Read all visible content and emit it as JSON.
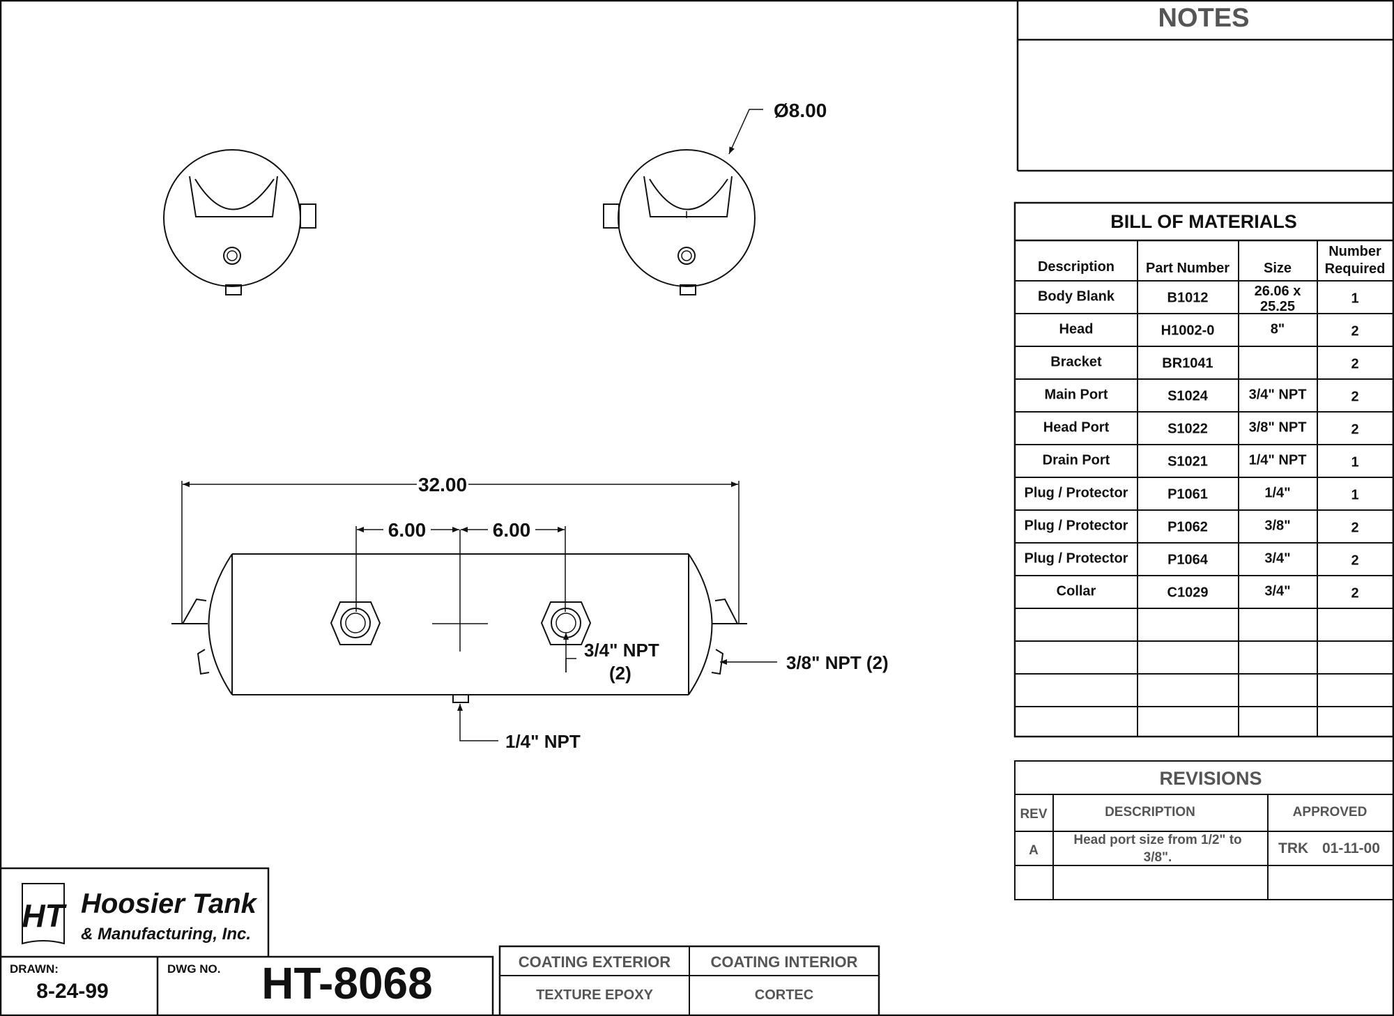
{
  "notes": {
    "title": "NOTES"
  },
  "dimensions": {
    "diameter": "Ø8.00",
    "overall_length": "32.00",
    "spacing_left": "6.00",
    "spacing_right": "6.00",
    "main_port_callout": "3/4\" NPT",
    "main_port_qty": "(2)",
    "head_port_callout": "3/8\" NPT  (2)",
    "drain_port_callout": "1/4\" NPT"
  },
  "bom": {
    "title": "BILL OF MATERIALS",
    "headers": {
      "description": "Description",
      "part": "Part Number",
      "size": "Size",
      "qty_line1": "Number",
      "qty_line2": "Required"
    },
    "rows": [
      {
        "desc": "Body Blank",
        "part": "B1012",
        "size_1": "26.06 x",
        "size_2": "25.25",
        "qty": "1"
      },
      {
        "desc": "Head",
        "part": "H1002-0",
        "size": "8\"",
        "qty": "2"
      },
      {
        "desc": "Bracket",
        "part": "BR1041",
        "size": "",
        "qty": "2"
      },
      {
        "desc": "Main Port",
        "part": "S1024",
        "size": "3/4\" NPT",
        "qty": "2"
      },
      {
        "desc": "Head Port",
        "part": "S1022",
        "size": "3/8\" NPT",
        "qty": "2"
      },
      {
        "desc": "Drain Port",
        "part": "S1021",
        "size": "1/4\" NPT",
        "qty": "1"
      },
      {
        "desc": "Plug / Protector",
        "part": "P1061",
        "size": "1/4\"",
        "qty": "1"
      },
      {
        "desc": "Plug / Protector",
        "part": "P1062",
        "size": "3/8\"",
        "qty": "2"
      },
      {
        "desc": "Plug / Protector",
        "part": "P1064",
        "size": "3/4\"",
        "qty": "2"
      },
      {
        "desc": "Collar",
        "part": "C1029",
        "size": "3/4\"",
        "qty": "2"
      }
    ]
  },
  "revisions": {
    "title": "REVISIONS",
    "headers": {
      "rev": "REV",
      "description": "DESCRIPTION",
      "approved": "APPROVED"
    },
    "rows": [
      {
        "rev": "A",
        "desc_1": "Head port size from 1/2\" to",
        "desc_2": "3/8\".",
        "approved_by": "TRK",
        "approved_date": "01-11-00"
      }
    ]
  },
  "title_block": {
    "company_line1": "Hoosier Tank",
    "company_line2": "& Manufacturing, Inc.",
    "logo_text": "HT",
    "drawn_label": "DRAWN:",
    "drawn_value": "8-24-99",
    "dwg_label": "DWG NO.",
    "dwg_value": "HT-8068"
  },
  "coating": {
    "exterior_label": "COATING EXTERIOR",
    "interior_label": "COATING INTERIOR",
    "exterior_value": "TEXTURE EPOXY",
    "interior_value": "CORTEC"
  }
}
